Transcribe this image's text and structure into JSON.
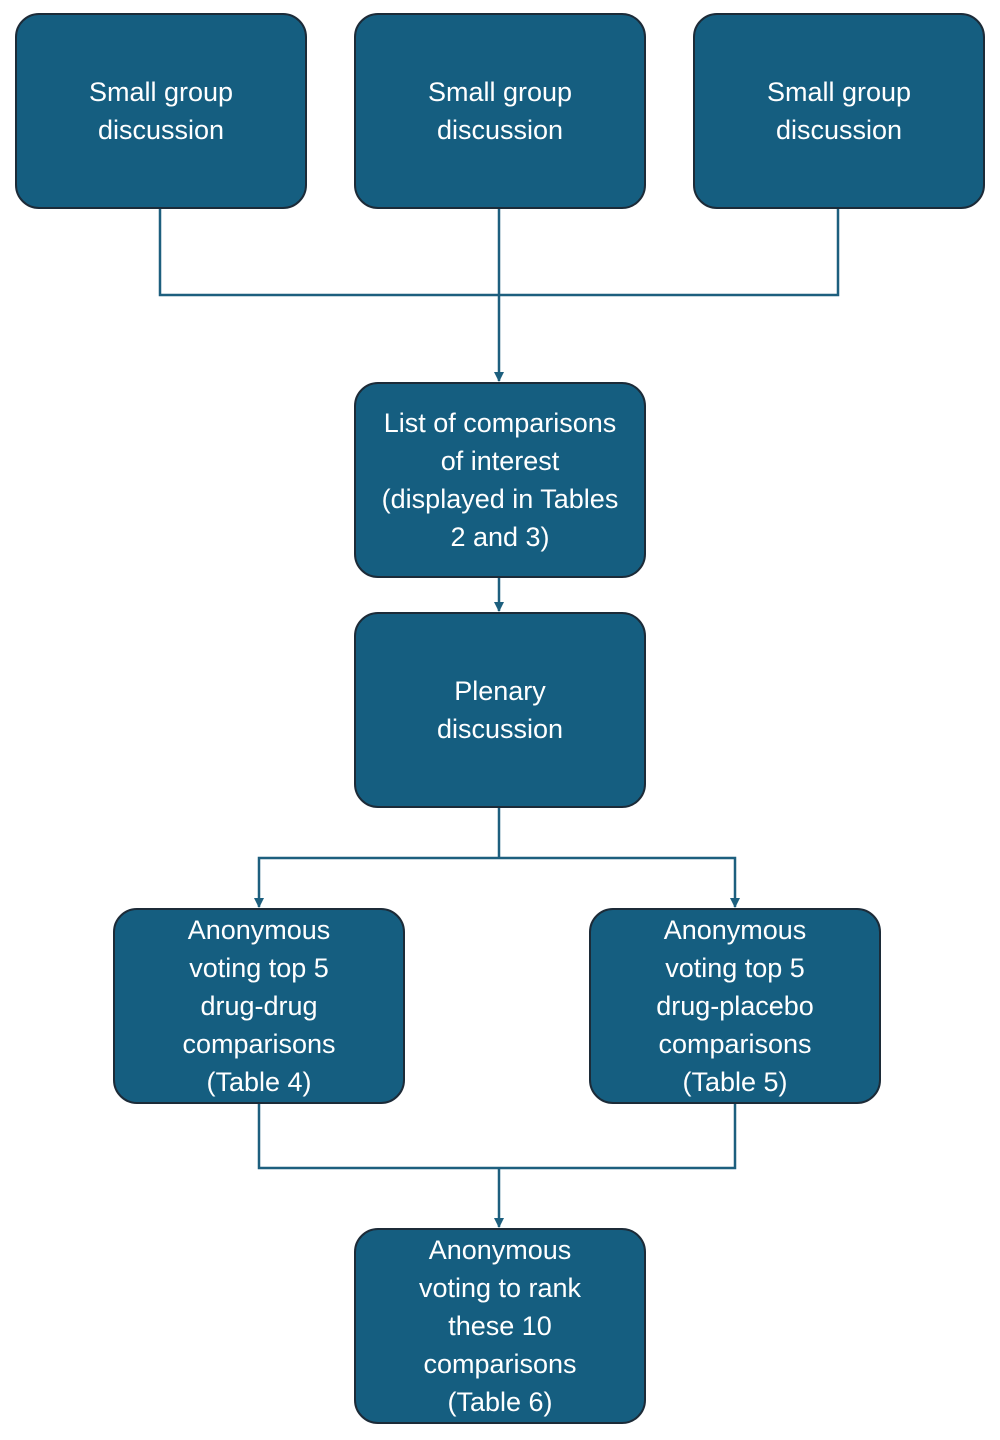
{
  "diagram": {
    "nodes": {
      "small_group_1": "Small group discussion",
      "small_group_2": "Small group discussion",
      "small_group_3": "Small group discussion",
      "list_of_comparisons": "List of comparisons of interest (displayed in Tables 2 and 3)",
      "plenary": "Plenary discussion",
      "voting_drug_drug": "Anonymous voting top 5 drug-drug comparisons (Table 4)",
      "voting_drug_placebo": "Anonymous voting top 5 drug-placebo comparisons (Table 5)",
      "voting_rank": "Anonymous voting to rank these 10 comparisons (Table 6)"
    },
    "edges": [
      {
        "from": "small_group_1",
        "to": "list_of_comparisons"
      },
      {
        "from": "small_group_2",
        "to": "list_of_comparisons"
      },
      {
        "from": "small_group_3",
        "to": "list_of_comparisons"
      },
      {
        "from": "list_of_comparisons",
        "to": "plenary"
      },
      {
        "from": "plenary",
        "to": "voting_drug_drug"
      },
      {
        "from": "plenary",
        "to": "voting_drug_placebo"
      },
      {
        "from": "voting_drug_drug",
        "to": "voting_rank"
      },
      {
        "from": "voting_drug_placebo",
        "to": "voting_rank"
      }
    ],
    "colors": {
      "node_fill": "#155e80",
      "node_border": "#1c2b38",
      "connector": "#1d5f7e",
      "text": "#ffffff"
    }
  }
}
